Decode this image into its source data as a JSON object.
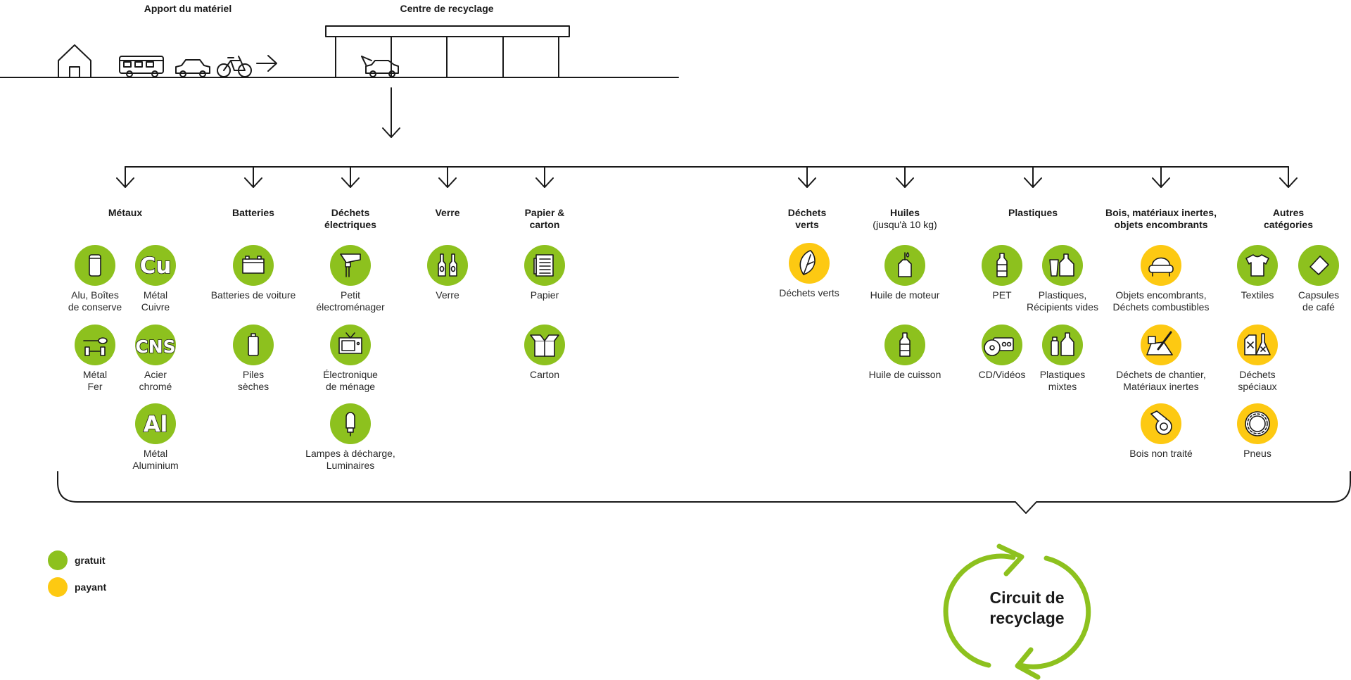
{
  "colors": {
    "free": "#8dc11e",
    "paid": "#fdc912",
    "line": "#1a1a1a"
  },
  "top": {
    "left_label": "Apport du matériel",
    "right_label": "Centre de recyclage"
  },
  "categories": [
    {
      "id": "metaux",
      "title": "Métaux",
      "subtitle": "",
      "items": [
        {
          "label": "Alu, Boîtes\nde conserve",
          "status": "free",
          "icon": "can-icon",
          "glyph": ""
        },
        {
          "label": "Métal\nCuivre",
          "status": "free",
          "icon": "copper-icon",
          "glyph": "Cu"
        },
        {
          "label": "Métal\nFer",
          "status": "free",
          "icon": "iron-icon",
          "glyph": ""
        },
        {
          "label": "Acier\nchromé",
          "status": "free",
          "icon": "chrome-steel-icon",
          "glyph": "CNS"
        },
        {
          "label": "Métal\nAluminium",
          "status": "free",
          "icon": "aluminium-icon",
          "glyph": "Al"
        }
      ]
    },
    {
      "id": "batteries",
      "title": "Batteries",
      "subtitle": "",
      "items": [
        {
          "label": "Batteries de voiture",
          "status": "free",
          "icon": "car-battery-icon",
          "glyph": ""
        },
        {
          "label": "Piles\nsèches",
          "status": "free",
          "icon": "dry-battery-icon",
          "glyph": ""
        }
      ]
    },
    {
      "id": "electriques",
      "title": "Déchets\nélectriques",
      "subtitle": "",
      "items": [
        {
          "label": "Petit\nélectroménager",
          "status": "free",
          "icon": "mixer-icon",
          "glyph": ""
        },
        {
          "label": "Électronique\nde ménage",
          "status": "free",
          "icon": "tv-icon",
          "glyph": ""
        },
        {
          "label": "Lampes à décharge,\nLuminaires",
          "status": "free",
          "icon": "lamp-icon",
          "glyph": ""
        }
      ]
    },
    {
      "id": "verre",
      "title": "Verre",
      "subtitle": "",
      "items": [
        {
          "label": "Verre",
          "status": "free",
          "icon": "bottles-icon",
          "glyph": ""
        }
      ]
    },
    {
      "id": "papier",
      "title": "Papier &\ncarton",
      "subtitle": "",
      "items": [
        {
          "label": "Papier",
          "status": "free",
          "icon": "newspaper-icon",
          "glyph": ""
        },
        {
          "label": "Carton",
          "status": "free",
          "icon": "box-icon",
          "glyph": ""
        }
      ]
    },
    {
      "id": "verts",
      "title": "Déchets\nverts",
      "subtitle": "",
      "items": [
        {
          "label": "Déchets verts",
          "status": "paid",
          "icon": "leaf-icon",
          "glyph": ""
        }
      ]
    },
    {
      "id": "huiles",
      "title": "Huiles",
      "subtitle": "(jusqu'à 10 kg)",
      "items": [
        {
          "label": "Huile de moteur",
          "status": "free",
          "icon": "oil-can-icon",
          "glyph": ""
        },
        {
          "label": "Huile de cuisson",
          "status": "free",
          "icon": "oil-bottle-icon",
          "glyph": ""
        }
      ]
    },
    {
      "id": "plastiques",
      "title": "Plastiques",
      "subtitle": "",
      "items": [
        {
          "label": "PET",
          "status": "free",
          "icon": "pet-bottle-icon",
          "glyph": ""
        },
        {
          "label": "Plastiques,\nRécipients vides",
          "status": "free",
          "icon": "plastic-containers-icon",
          "glyph": ""
        },
        {
          "label": "CD/Vidéos",
          "status": "free",
          "icon": "cd-video-icon",
          "glyph": ""
        },
        {
          "label": "Plastiques\nmixtes",
          "status": "free",
          "icon": "mixed-plastics-icon",
          "glyph": ""
        }
      ]
    },
    {
      "id": "bois",
      "title": "Bois, matériaux inertes,\nobjets encombrants",
      "subtitle": "",
      "items": [
        {
          "label": "Objets encombrants,\nDéchets combustibles",
          "status": "paid",
          "icon": "armchair-icon",
          "glyph": ""
        },
        {
          "label": "Déchets de chantier,\nMatériaux inertes",
          "status": "paid",
          "icon": "rubble-icon",
          "glyph": ""
        },
        {
          "label": "Bois non traité",
          "status": "paid",
          "icon": "wood-icon",
          "glyph": ""
        }
      ]
    },
    {
      "id": "autres",
      "title": "Autres\ncatégories",
      "subtitle": "",
      "items": [
        {
          "label": "Textiles",
          "status": "free",
          "icon": "tshirt-icon",
          "glyph": ""
        },
        {
          "label": "Capsules\nde café",
          "status": "free",
          "icon": "capsule-icon",
          "glyph": ""
        },
        {
          "label": "Déchets\nspéciaux",
          "status": "paid",
          "icon": "hazardous-icon",
          "glyph": ""
        },
        {
          "label": "Pneus",
          "status": "paid",
          "icon": "tire-icon",
          "glyph": ""
        }
      ]
    }
  ],
  "legend": [
    {
      "label": "gratuit",
      "status": "free"
    },
    {
      "label": "payant",
      "status": "paid"
    }
  ],
  "circuit_label": "Circuit de\nrecyclage"
}
